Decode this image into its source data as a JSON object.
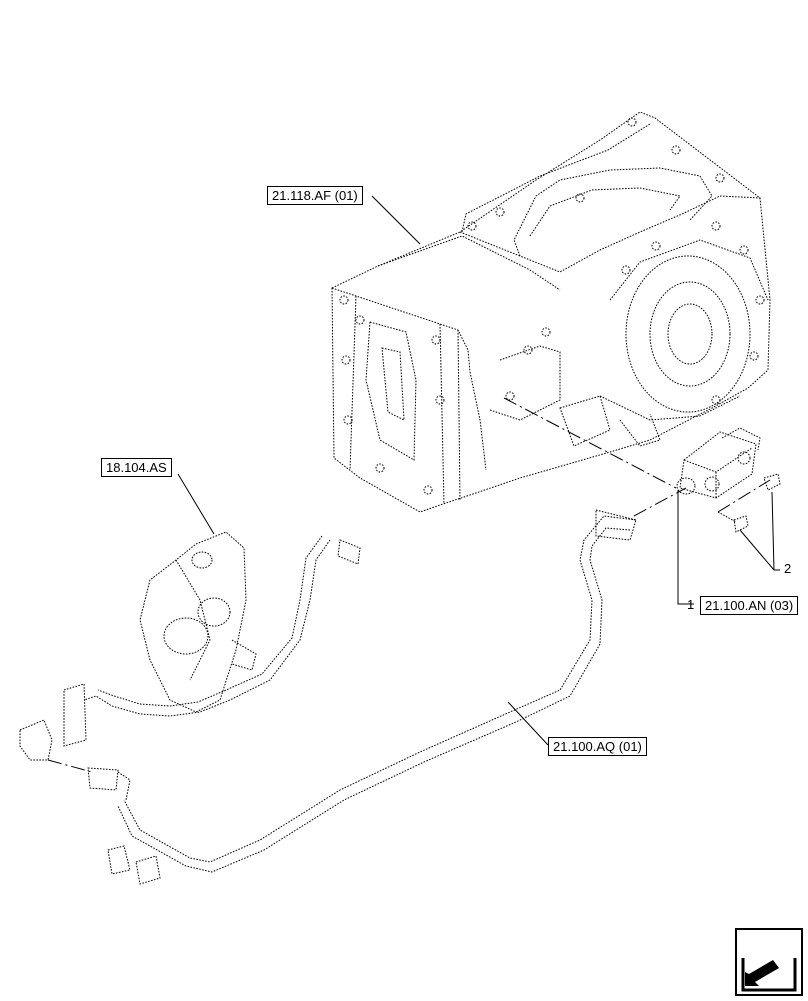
{
  "references": {
    "transmission_housing": "21.118.AF (01)",
    "valve_ref": "18.104.AS",
    "valve_assembly": "21.100.AN (03)",
    "tube_assembly": "21.100.AQ (01)"
  },
  "item_numbers": {
    "valve": "1",
    "bolts": "2"
  },
  "icons": {
    "navigation": "back-arrow-icon"
  },
  "colors": {
    "line": "#000000",
    "background": "#ffffff"
  }
}
